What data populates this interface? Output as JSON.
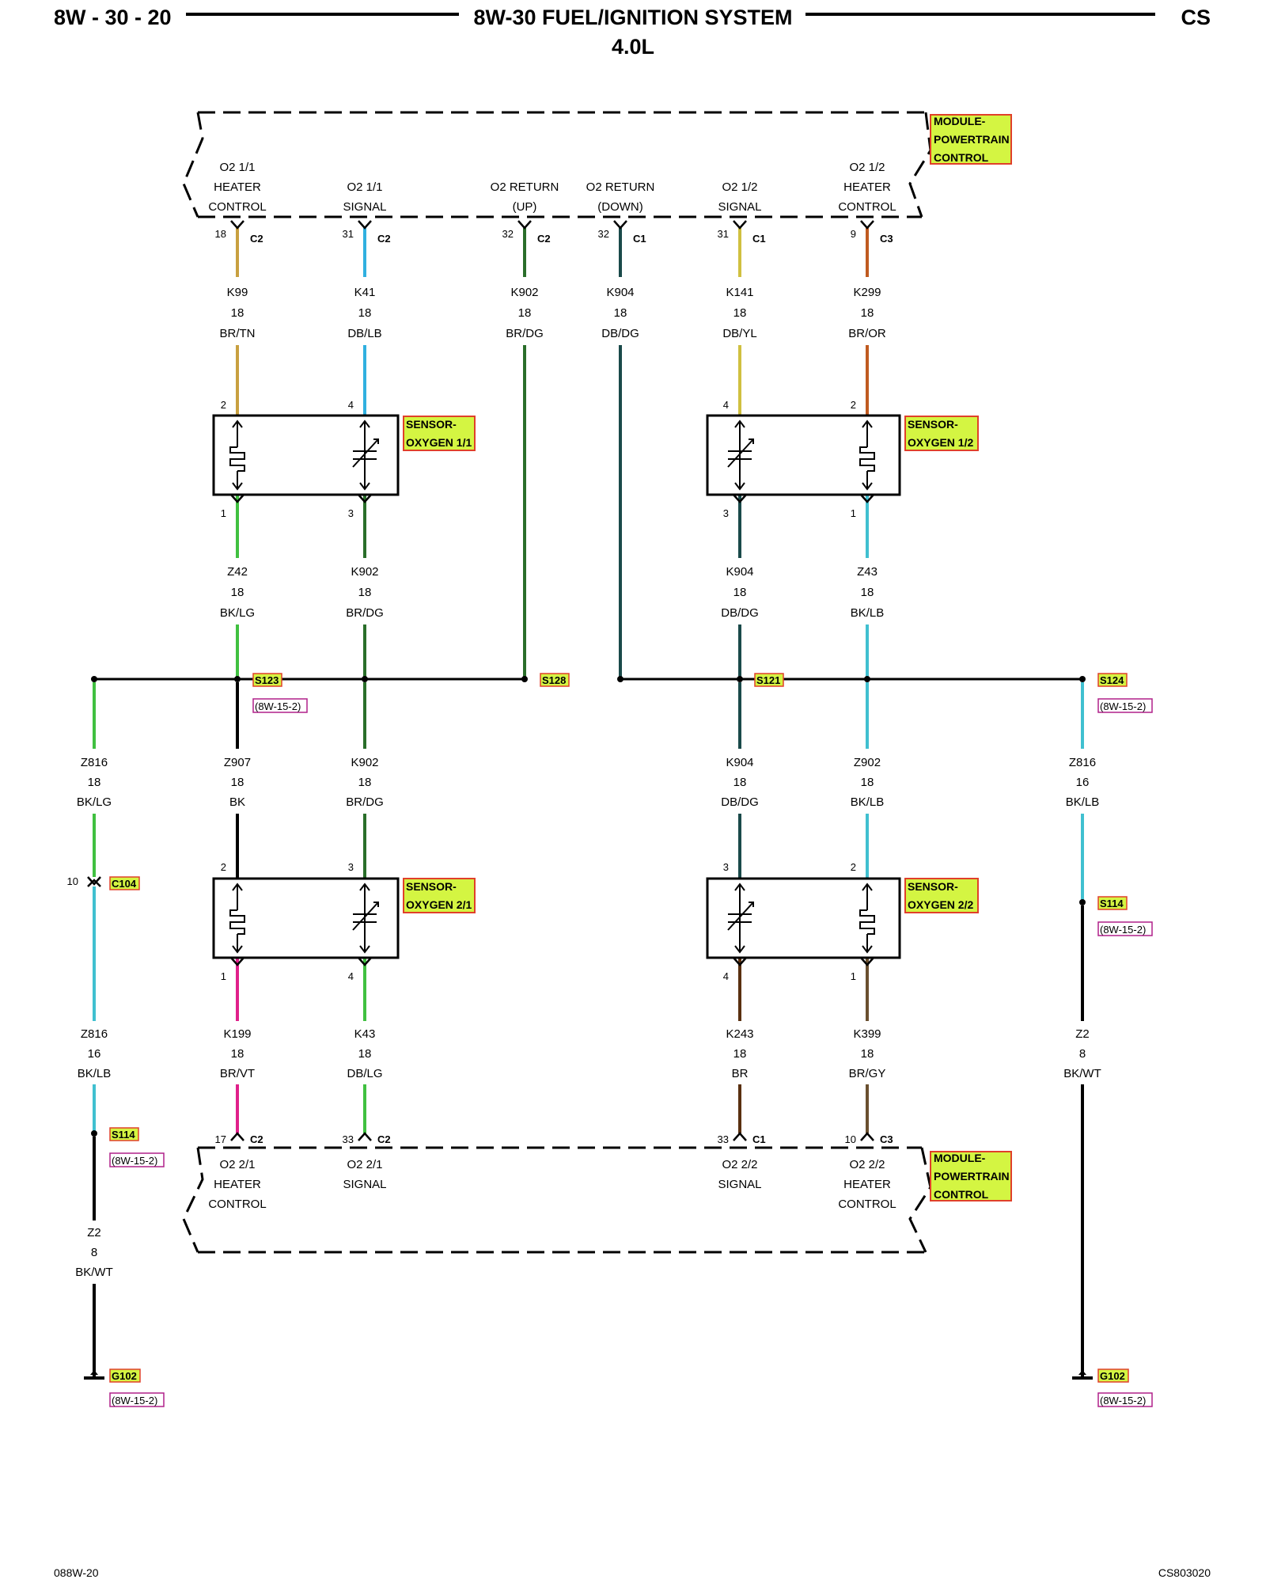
{
  "header": {
    "page_id": "8W - 30 - 20",
    "title": "8W-30 FUEL/IGNITION SYSTEM",
    "subtitle": "4.0L",
    "code": "CS"
  },
  "footer": {
    "left": "088W-20",
    "right": "CS803020"
  },
  "colors": {
    "highlight": "#d4f542",
    "highlight_border": "#e0402a",
    "ref_border": "#b0208a",
    "frame": "#000000"
  },
  "modules": {
    "top": {
      "label": [
        "MODULE-",
        "POWERTRAIN",
        "CONTROL"
      ]
    },
    "bottom": {
      "label": [
        "MODULE-",
        "POWERTRAIN",
        "CONTROL"
      ]
    }
  },
  "top_terminals": [
    {
      "lines": [
        "O2 1/1",
        "HEATER",
        "CONTROL"
      ]
    },
    {
      "lines": [
        "O2 1/1",
        "SIGNAL"
      ]
    },
    {
      "lines": [
        "O2 RETURN",
        "(UP)"
      ]
    },
    {
      "lines": [
        "O2 RETURN",
        "(DOWN)"
      ]
    },
    {
      "lines": [
        "O2 1/2",
        "SIGNAL"
      ]
    },
    {
      "lines": [
        "O2 1/2",
        "HEATER",
        "CONTROL"
      ]
    }
  ],
  "bottom_terminals": [
    {
      "lines": [
        "O2 2/1",
        "HEATER",
        "CONTROL"
      ]
    },
    {
      "lines": [
        "O2 2/1",
        "SIGNAL"
      ]
    },
    {
      "lines": [
        "O2 2/2",
        "SIGNAL"
      ]
    },
    {
      "lines": [
        "O2 2/2",
        "HEATER",
        "CONTROL"
      ]
    }
  ],
  "top_pins": [
    {
      "pin": "18",
      "conn": "C2"
    },
    {
      "pin": "31",
      "conn": "C2"
    },
    {
      "pin": "32",
      "conn": "C2"
    },
    {
      "pin": "32",
      "conn": "C1"
    },
    {
      "pin": "31",
      "conn": "C1"
    },
    {
      "pin": "9",
      "conn": "C3"
    }
  ],
  "bottom_pins": [
    {
      "pin": "17",
      "conn": "C2"
    },
    {
      "pin": "33",
      "conn": "C2"
    },
    {
      "pin": "33",
      "conn": "C1"
    },
    {
      "pin": "10",
      "conn": "C3"
    }
  ],
  "wires_pcm_top": [
    {
      "circuit": "K99",
      "gauge": "18",
      "color": "BR/TN",
      "hex": "#c8a040"
    },
    {
      "circuit": "K41",
      "gauge": "18",
      "color": "DB/LB",
      "hex": "#30b0e0"
    },
    {
      "circuit": "K902",
      "gauge": "18",
      "color": "BR/DG",
      "hex": "#2a6e2a"
    },
    {
      "circuit": "K904",
      "gauge": "18",
      "color": "DB/DG",
      "hex": "#1a4a4a"
    },
    {
      "circuit": "K141",
      "gauge": "18",
      "color": "DB/YL",
      "hex": "#d0c040"
    },
    {
      "circuit": "K299",
      "gauge": "18",
      "color": "BR/OR",
      "hex": "#c05a20"
    }
  ],
  "sensors": {
    "s11": {
      "label": [
        "SENSOR-",
        "OXYGEN 1/1"
      ],
      "pins_top": [
        "2",
        "4"
      ],
      "pins_bottom": [
        "1",
        "3"
      ]
    },
    "s12": {
      "label": [
        "SENSOR-",
        "OXYGEN 1/2"
      ],
      "pins_top": [
        "4",
        "2"
      ],
      "pins_bottom": [
        "3",
        "1"
      ]
    },
    "s21": {
      "label": [
        "SENSOR-",
        "OXYGEN 2/1"
      ],
      "pins_top": [
        "2",
        "3"
      ],
      "pins_bottom": [
        "1",
        "4"
      ]
    },
    "s22": {
      "label": [
        "SENSOR-",
        "OXYGEN 2/2"
      ],
      "pins_top": [
        "3",
        "2"
      ],
      "pins_bottom": [
        "4",
        "1"
      ]
    }
  },
  "wires_sensor_lower": [
    {
      "circuit": "Z42",
      "gauge": "18",
      "color": "BK/LG",
      "hex": "#40c040"
    },
    {
      "circuit": "K902",
      "gauge": "18",
      "color": "BR/DG",
      "hex": "#2a6e2a"
    },
    {
      "circuit": "K904",
      "gauge": "18",
      "color": "DB/DG",
      "hex": "#1a4a4a"
    },
    {
      "circuit": "Z43",
      "gauge": "18",
      "color": "BK/LB",
      "hex": "#40c0d0"
    }
  ],
  "splices": {
    "S123": {
      "label": "S123",
      "ref": "(8W-15-2)"
    },
    "S128": {
      "label": "S128"
    },
    "S121": {
      "label": "S121"
    },
    "S124": {
      "label": "S124",
      "ref": "(8W-15-2)"
    }
  },
  "wires_mid": [
    {
      "circuit": "Z816",
      "gauge": "18",
      "color": "BK/LG",
      "hex": "#40c040"
    },
    {
      "circuit": "Z907",
      "gauge": "18",
      "color": "BK",
      "hex": "#000000"
    },
    {
      "circuit": "K902",
      "gauge": "18",
      "color": "BR/DG",
      "hex": "#2a6e2a"
    },
    {
      "circuit": "K904",
      "gauge": "18",
      "color": "DB/DG",
      "hex": "#1a4a4a"
    },
    {
      "circuit": "Z902",
      "gauge": "18",
      "color": "BK/LB",
      "hex": "#40c0d0"
    },
    {
      "circuit": "Z816",
      "gauge": "16",
      "color": "BK/LB",
      "hex": "#40c0d0"
    }
  ],
  "c104": {
    "pin": "10",
    "label": "C104"
  },
  "wires_lower": [
    {
      "circuit": "Z816",
      "gauge": "16",
      "color": "BK/LB",
      "hex": "#40c0d0"
    },
    {
      "circuit": "K199",
      "gauge": "18",
      "color": "BR/VT",
      "hex": "#e0208a"
    },
    {
      "circuit": "K43",
      "gauge": "18",
      "color": "DB/LG",
      "hex": "#40c040"
    },
    {
      "circuit": "K243",
      "gauge": "18",
      "color": "BR",
      "hex": "#5a3010"
    },
    {
      "circuit": "K399",
      "gauge": "18",
      "color": "BR/GY",
      "hex": "#6a5030"
    },
    {
      "circuit": "Z2",
      "gauge": "8",
      "color": "BK/WT",
      "hex": "#000000"
    }
  ],
  "s114_left": {
    "label": "S114",
    "ref": "(8W-15-2)"
  },
  "s114_right": {
    "label": "S114",
    "ref": "(8W-15-2)"
  },
  "ground_wire_left": {
    "circuit": "Z2",
    "gauge": "8",
    "color": "BK/WT"
  },
  "g102_left": {
    "label": "G102",
    "ref": "(8W-15-2)"
  },
  "g102_right": {
    "label": "G102",
    "ref": "(8W-15-2)"
  }
}
